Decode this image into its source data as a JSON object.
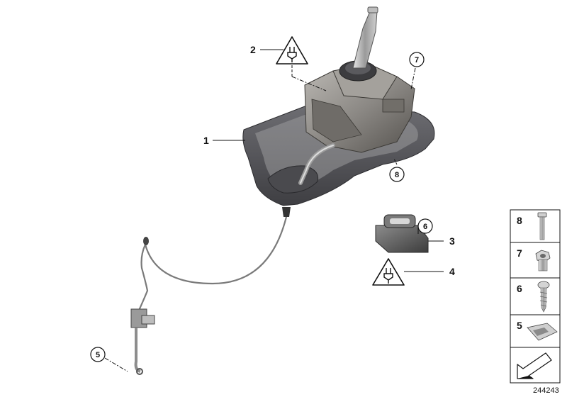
{
  "callouts": {
    "c1": "1",
    "c2": "2",
    "c3": "3",
    "c4": "4",
    "c5": "5",
    "c6": "6",
    "c7": "7",
    "c8": "8"
  },
  "parts_panel": {
    "items": [
      {
        "number": "8",
        "icon": "bolt-icon"
      },
      {
        "number": "7",
        "icon": "nut-icon"
      },
      {
        "number": "6",
        "icon": "screw-icon"
      },
      {
        "number": "5",
        "icon": "clip-icon"
      }
    ],
    "arrow_icon": "direction-arrow-icon"
  },
  "diagram_id": "244243",
  "colors": {
    "housing": "#8a8783",
    "gasket": "#5a5a5e",
    "cable": "#7a7a7a",
    "line": "#111111"
  }
}
